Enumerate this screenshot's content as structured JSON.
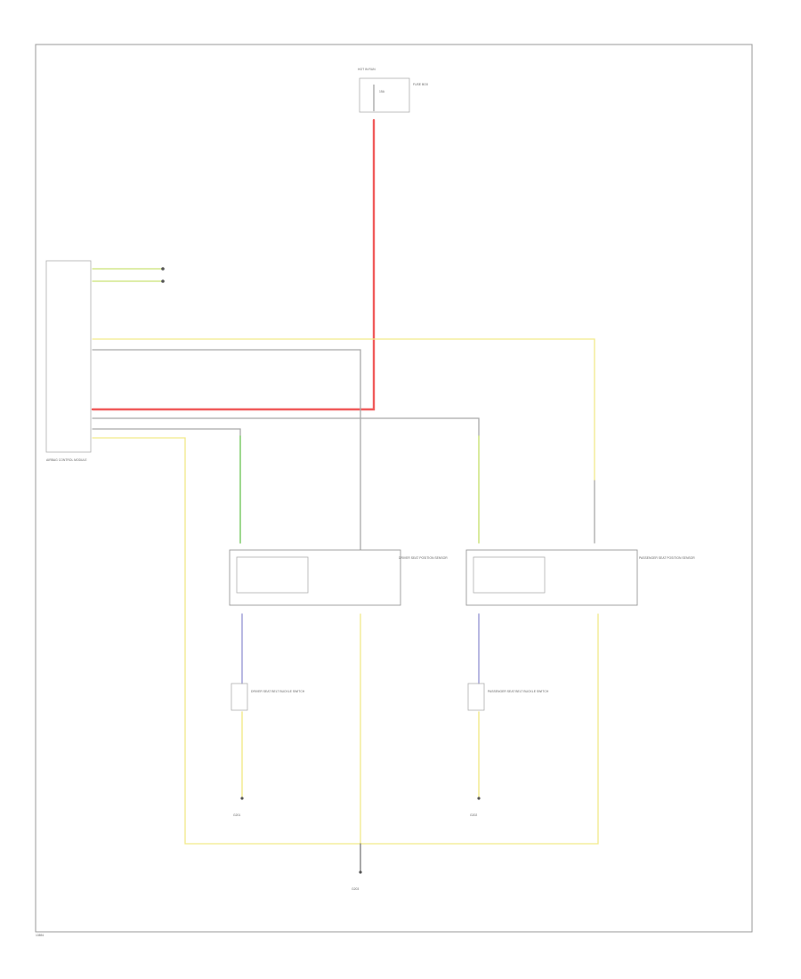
{
  "diagram": {
    "figure_id": "13851"
  },
  "wire_colors": {
    "red": "#f05a5a",
    "yellow": "#f2e98a",
    "gray": "#a9a9a9",
    "green": "#7fcc6a",
    "violet": "#9b9bd6",
    "green_yellow": "#c9e276",
    "dark_gray": "#7a7a7a"
  },
  "fuse": {
    "name": "FUSE BOX",
    "label": "HOT IN RUN",
    "rating": "15A"
  },
  "control_module": {
    "name": "AIRBAG CONTROL MODULE"
  },
  "left_sensor": {
    "name": "DRIVER SEAT POSITION SENSOR"
  },
  "right_sensor": {
    "name": "PASSENGER SEAT POSITION SENSOR"
  },
  "left_buckle": {
    "name": "DRIVER SEAT BELT BUCKLE SWITCH"
  },
  "right_buckle": {
    "name": "PASSENGER SEAT BELT BUCKLE SWITCH"
  },
  "left_ground": {
    "name": "G201"
  },
  "right_ground": {
    "name": "G202"
  },
  "bottom_ground": {
    "name": "G203"
  }
}
